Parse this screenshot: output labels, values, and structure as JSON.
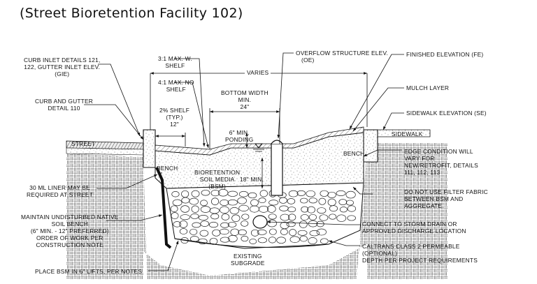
{
  "title": "(Street Bioretention Facility 102)",
  "labels": {
    "curb_inlet": [
      "CURB INLET DETAILS 121,",
      "122, GUTTER INLET ELEV.",
      "(GIE)"
    ],
    "max_w_shelf": [
      "3:1 MAX. W.",
      "SHELF"
    ],
    "max_no_shelf": [
      "4:1 MAX. NO",
      "SHELF"
    ],
    "overflow": [
      "OVERFLOW STRUCTURE ELEV.",
      "(OE)"
    ],
    "finished_elev": "FINISHED ELEVATION (FE)",
    "varies": "VARIES",
    "mulch": "MULCH LAYER",
    "curb_gutter": [
      "CURB AND GUTTER",
      "DETAIL 110"
    ],
    "bottom_width": [
      "BOTTOM WIDTH",
      "MIN.",
      "24\""
    ],
    "shelf": [
      "2% SHELF",
      "(TYP.)",
      "12\""
    ],
    "ponding": [
      "6\" MIN.",
      "PONDING"
    ],
    "sidewalk_elev": "SIDEWALK ELEVATION (SE)",
    "sidewalk": "SIDEWALK",
    "street": "STREET",
    "bench_left": "BENCH",
    "bench_right": "BENCH",
    "bsm": [
      "BIORETENTION",
      "SOIL MEDIA",
      "(BSM)"
    ],
    "min_18": "18\" MIN.",
    "edge_condition": [
      "EDGE CONDITION WILL",
      "VARY FOR",
      "NEW/RETROFIT, DETAILS",
      "111, 112, 113"
    ],
    "liner": [
      "30 ML LINER MAY BE",
      "REQUIRED AT STREET"
    ],
    "no_filter": [
      "DO NOT USE FILTER FABRIC",
      "BETWEEN BSM AND",
      "AGGREGATE."
    ],
    "maintain": [
      "MAINTAIN UNDISTURBED NATIVE",
      "SOIL BENCH",
      "(6\" MIN. - 12\" PREFERRED)",
      "ORDER OF WORK PER",
      "CONSTRUCTION NOTE"
    ],
    "storm_drain": [
      "CONNECT TO STORM DRAIN OR",
      "APPROVED DISCHARGE LOCATION"
    ],
    "caltrans": [
      "CALTRANS CLASS 2 PERMEABLE",
      "(OPTIONAL)",
      "DEPTH PER PROJECT REQUIREMENTS"
    ],
    "existing": [
      "EXISTING",
      "SUBGRADE"
    ],
    "place_bsm": "PLACE BSM IN 6\" LIFTS, PER NOTES"
  }
}
